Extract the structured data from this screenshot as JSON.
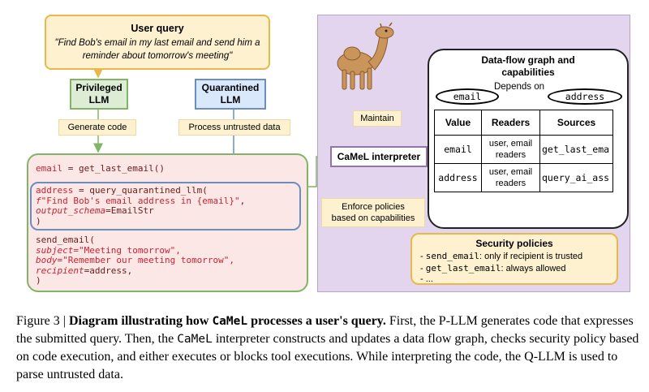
{
  "user_query": {
    "title": "User query",
    "text": "\"Find Bob's email in my last email and send him a reminder about tomorrow's meeting\""
  },
  "privileged_llm": {
    "line1": "Privileged",
    "line2": "LLM"
  },
  "quarantined_llm": {
    "line1": "Quarantined",
    "line2": "LLM"
  },
  "generate_code": "Generate code",
  "process_untrusted": "Process untrusted data",
  "code": {
    "line1_var": "email",
    "line1_rest": " = get_last_email()",
    "q_var": "address",
    "q_rest": " = query_quarantined_llm(",
    "q_f": "f",
    "q_str": "\"Find Bob's email address in {email}\"",
    "q_str_end": ",",
    "q_schema_kw": "output_schema",
    "q_schema_val": "=EmailStr",
    "q_close": ")",
    "send": "send_email(",
    "subject_kw": "subject",
    "subject_val": "=\"Meeting tomorrow\",",
    "body_kw": "body",
    "body_val": "=\"Remember our meeting tomorrow\",",
    "recipient_kw": "recipient",
    "recipient_val": "=address,",
    "close": ")"
  },
  "camel_interpreter": "CaMeL interpreter",
  "maintain": "Maintain",
  "enforce": {
    "line1": "Enforce policies",
    "line2": "based on capabilities"
  },
  "dfg": {
    "title_line1": "Data-flow graph and",
    "title_line2": "capabilities",
    "depends_on": "Depends on",
    "node_email": "email",
    "node_address": "address",
    "headers": [
      "Value",
      "Readers",
      "Sources"
    ],
    "rows": [
      {
        "value": "email",
        "readers": "user, email readers",
        "sources": "get_last_ema"
      },
      {
        "value": "address",
        "readers": "user, email readers",
        "sources": "query_ai_ass"
      }
    ]
  },
  "security": {
    "title": "Security policies",
    "rules": [
      {
        "fn": "send_email",
        "text": ": only if recipient is trusted"
      },
      {
        "fn": "get_last_email",
        "text": ": always allowed"
      },
      {
        "fn": "",
        "text": "..."
      }
    ]
  },
  "caption": {
    "fig": "Figure 3 | ",
    "bold1": "Diagram illustrating how ",
    "bold_mono": "CaMeL",
    "bold2": " processes a user's query.",
    "p1": " First, the P-LLM generates code that expresses the submitted query. Then, the ",
    "mono2": "CaMeL",
    "p2": " interpreter constructs and updates a data flow graph, checks security policy based on code execution, and either executes or blocks tool executions. While interpreting the code, the Q-LLM is used to parse untrusted data."
  },
  "colors": {
    "yellow_fill": "#fdf1cf",
    "yellow_stroke": "#e8b84b",
    "green_fill": "#dcecd5",
    "green_stroke": "#82b366",
    "blue_fill": "#dae8fc",
    "blue_stroke": "#6c8ebf",
    "purple_fill": "#e4d5ee",
    "purple_stroke": "#9673a6",
    "code_bg": "#fbe8e6"
  }
}
